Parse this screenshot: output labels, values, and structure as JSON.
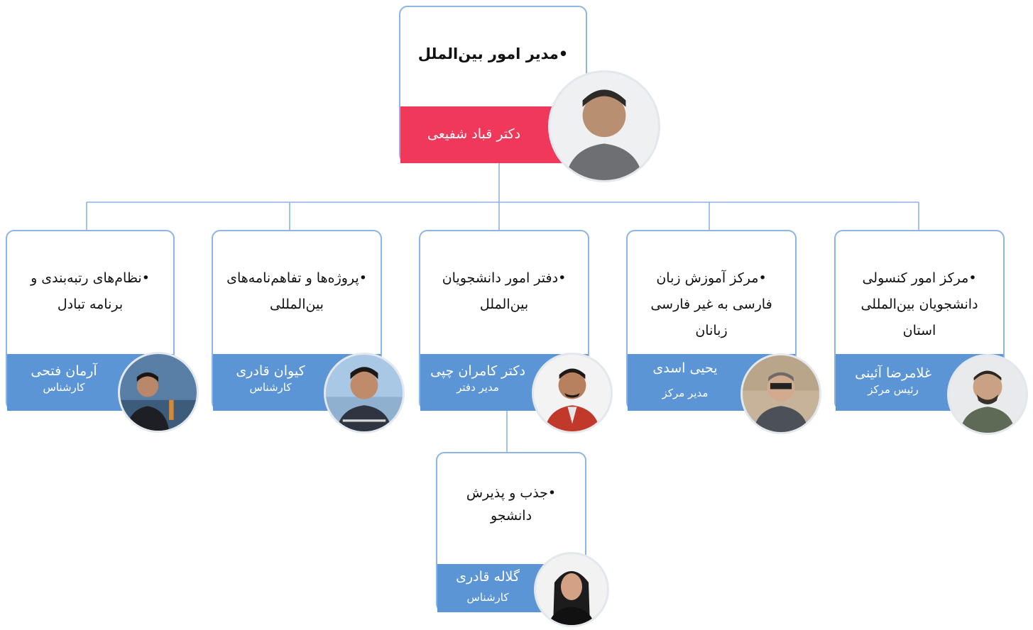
{
  "head": {
    "title": "•مدیر امور بین‌الملل",
    "name": "دکتر قباد شفیعی"
  },
  "units": [
    {
      "title": "•مرکز امور کنسولی دانشجویان بین‌المللی استان",
      "name": "غلامرضا آئینی",
      "role": "رئیس مرکز"
    },
    {
      "title": "•مرکز آموزش زبان فارسی به غیر فارسی زبانان",
      "name": "یحیی اسدی",
      "role": "مدیر مرکز"
    },
    {
      "title": "•دفتر امور دانشجویان بین‌الملل",
      "name": "دکتر کامران چپی",
      "role": "مدیر دفتر"
    },
    {
      "title": "•پروژه‌ها و تفاهم‌نامه‌های بین‌المللی",
      "name": "کیوان قادری",
      "role": "کارشناس"
    },
    {
      "title": "•نظام‌های رتبه‌بندی و برنامه تبادل",
      "name": "آرمان فتحی",
      "role": "کارشناس"
    }
  ],
  "sub_unit": {
    "title": "•جذب و پذیرش دانشجو",
    "name": "گلاله قادری",
    "role": "کارشناس"
  },
  "colors": {
    "border": "#8db4e2",
    "name_band": "#5b95d5",
    "head_band": "#f0385a"
  }
}
